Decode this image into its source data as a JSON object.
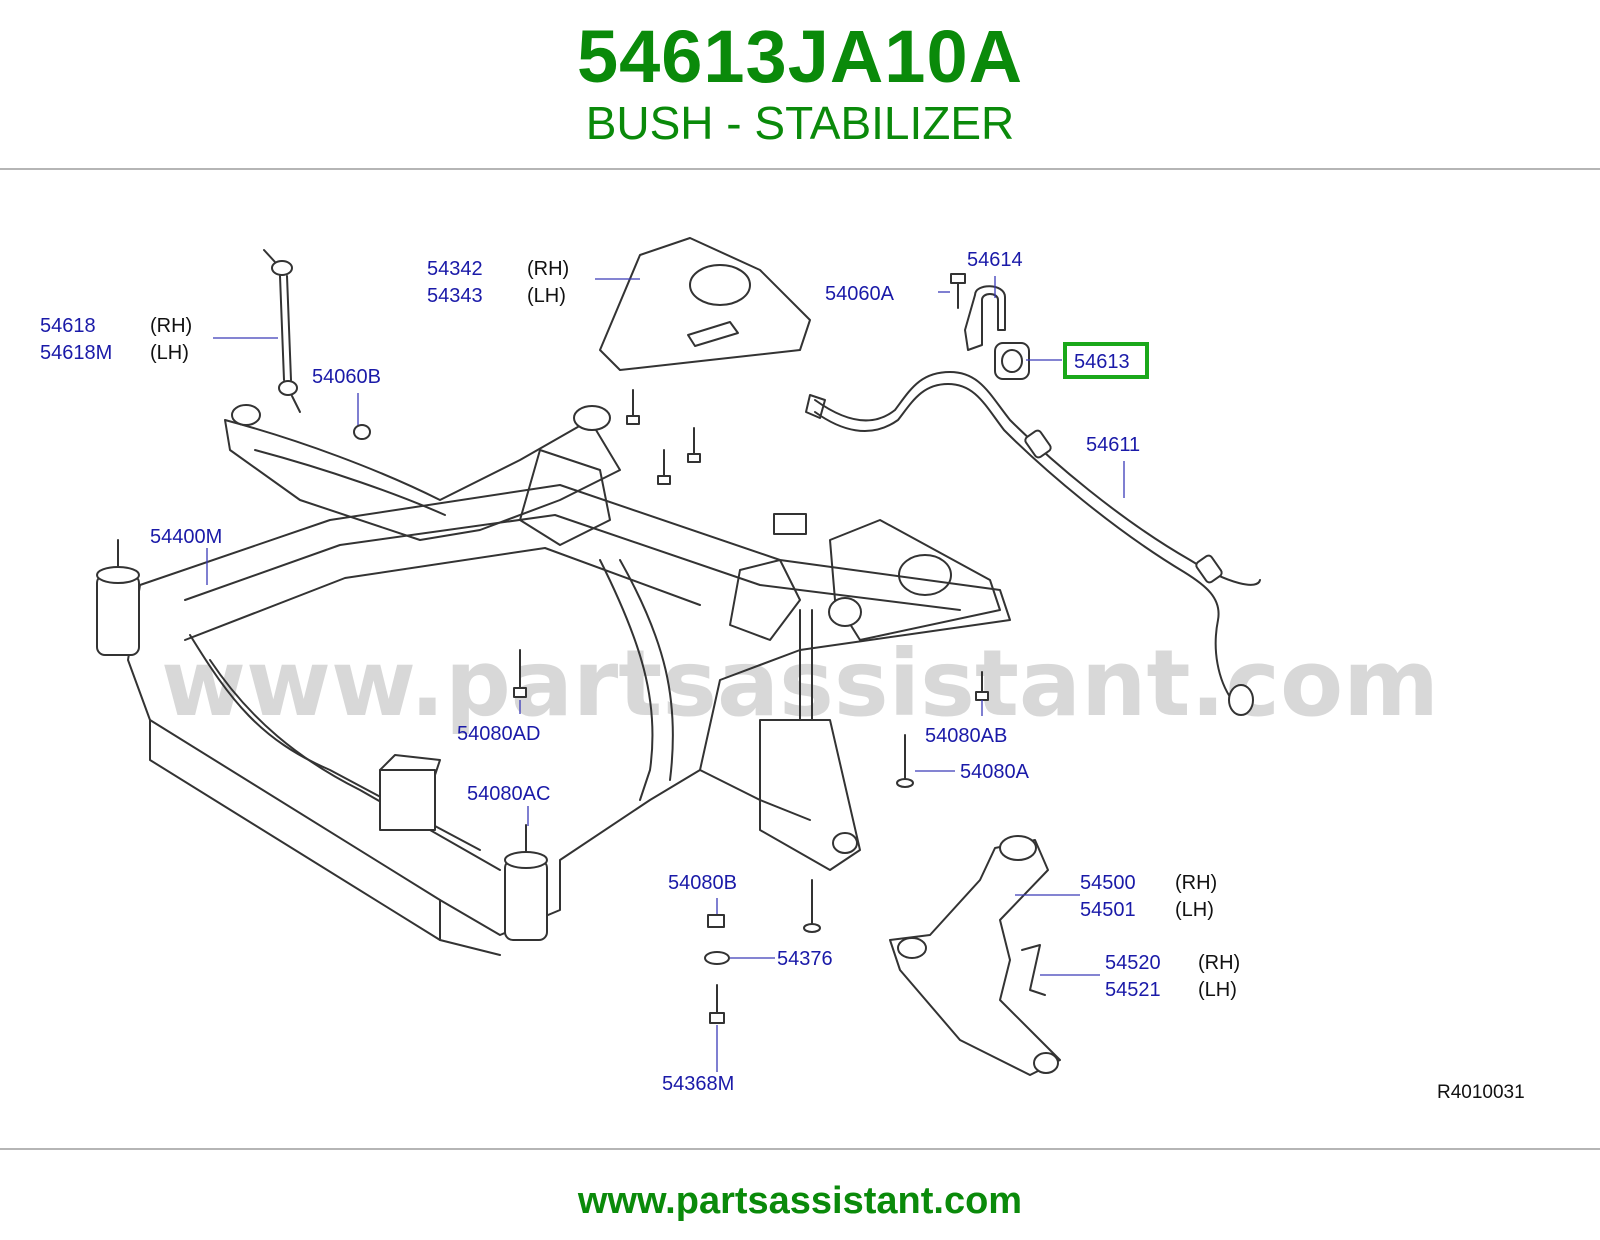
{
  "header": {
    "part_number": "54613JA10A",
    "description": "BUSH - STABILIZER"
  },
  "diagram": {
    "watermark": "www.partsassistant.com",
    "reference_code": "R4010031",
    "highlight_color": "#1aa81a",
    "label_color": "#1a1aa8",
    "labels": {
      "l_54342": "54342",
      "l_54342_side": "(RH)",
      "l_54343": "54343",
      "l_54343_side": "(LH)",
      "l_54618": "54618",
      "l_54618_side": "(RH)",
      "l_54618m": "54618M",
      "l_54618m_side": "(LH)",
      "l_54060a": "54060A",
      "l_54614": "54614",
      "l_54613": "54613",
      "l_54060b": "54060B",
      "l_54611": "54611",
      "l_54400m": "54400M",
      "l_54080ad": "54080AD",
      "l_54080ab": "54080AB",
      "l_54080a": "54080A",
      "l_54080ac": "54080AC",
      "l_54500": "54500",
      "l_54500_side": "(RH)",
      "l_54501": "54501",
      "l_54501_side": "(LH)",
      "l_54080b": "54080B",
      "l_54376": "54376",
      "l_54520": "54520",
      "l_54520_side": "(RH)",
      "l_54521": "54521",
      "l_54521_side": "(LH)",
      "l_54368m": "54368M"
    }
  },
  "footer": {
    "url": "www.partsassistant.com"
  }
}
